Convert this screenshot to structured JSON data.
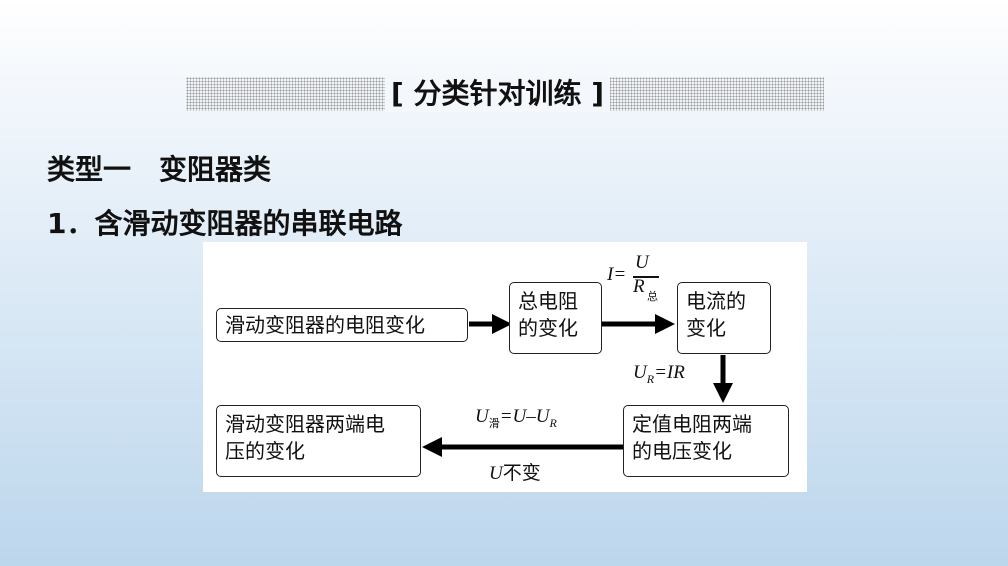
{
  "banner": {
    "title": "[ 分类针对训练 ]"
  },
  "section": {
    "type_heading": "类型一　变阻器类",
    "item_heading": "1．含滑动变阻器的串联电路"
  },
  "diagram": {
    "box1": "滑动变阻器的电阻变化",
    "box2_line1": "总电阻",
    "box2_line2": "的变化",
    "box3_line1": "电流的",
    "box3_line2": "变化",
    "box4_line1": "定值电阻两端",
    "box4_line2": "的电压变化",
    "box5_line1": "滑动变阻器两端电",
    "box5_line2": "压的变化",
    "formula_current": {
      "lhs": "I=",
      "numerator": "U",
      "denominator": "R",
      "denominator_sub": "总"
    },
    "formula_voltage": {
      "main": "U",
      "sub": "R",
      "rest": "=IR"
    },
    "formula_slider": {
      "a": "U",
      "a_sub": "滑",
      "mid": "=U–U",
      "b_sub": "R"
    },
    "label_constant": {
      "var": "U",
      "text": "不变"
    }
  },
  "colors": {
    "arrow": "#000000",
    "box_border": "#222222"
  }
}
